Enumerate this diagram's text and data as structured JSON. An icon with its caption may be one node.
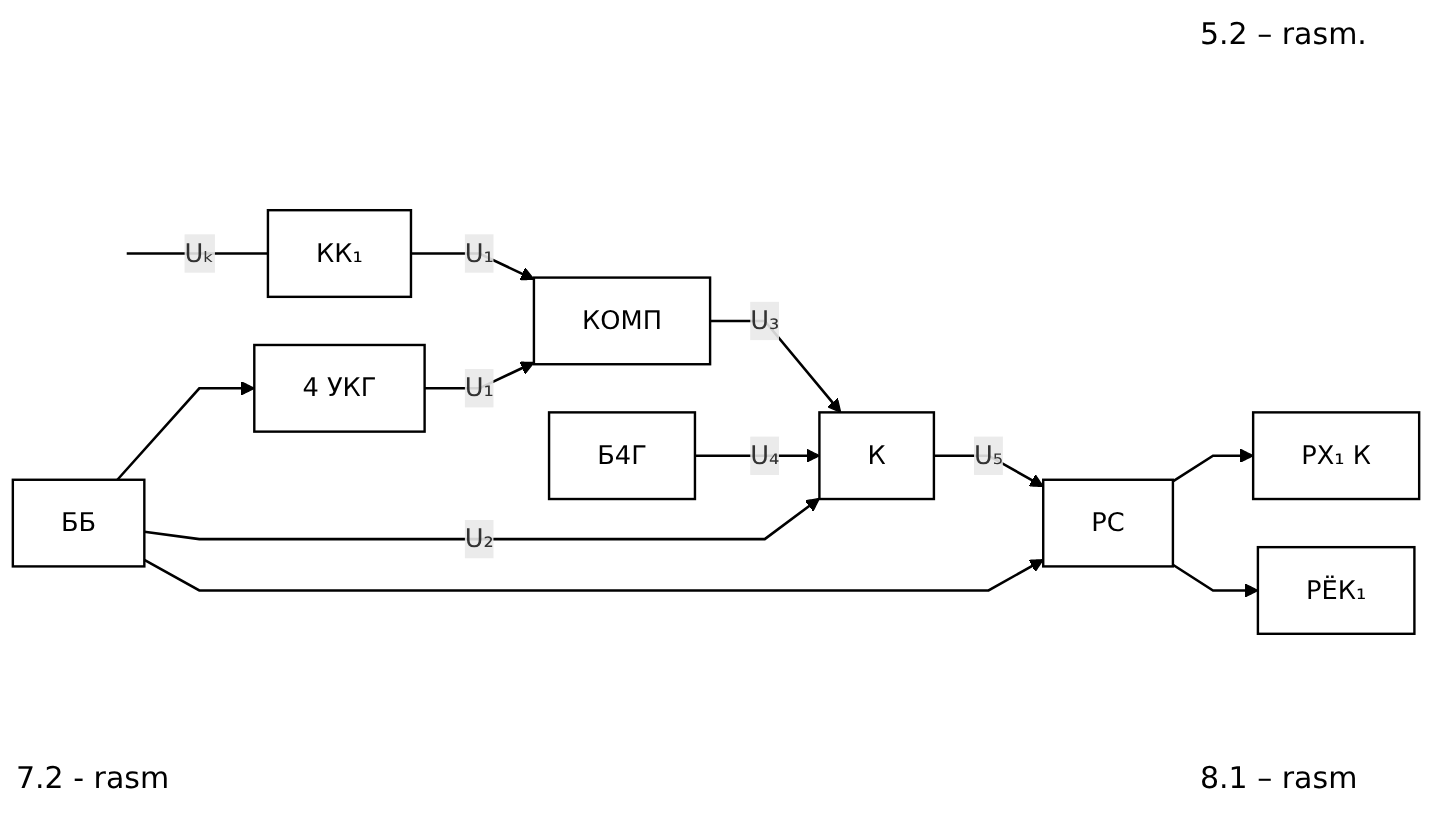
{
  "diagram": {
    "nodes": [
      {
        "text": [
          "КК₁"
        ]
      },
      {
        "text": [
          "КОМП"
        ]
      },
      {
        "text": [
          "4 УКГ"
        ]
      },
      {
        "text": [
          "Б4Г"
        ]
      },
      {
        "text": [
          "К"
        ]
      },
      {
        "text": [
          "ББ"
        ]
      },
      {
        "text": [
          "РХ₁ К"
        ]
      },
      {
        "text": [
          "РС"
        ]
      },
      {
        "text": [
          "РЁК₁"
        ]
      }
    ],
    "edges": [
      {
        "from": null,
        "to": 0,
        "arrow": "none",
        "label": "Uₖ"
      },
      {
        "from": 0,
        "to": 1,
        "arrow": "to",
        "label": "U₁"
      },
      {
        "from": 2,
        "to": 1,
        "arrow": "to",
        "label": "U₁"
      },
      {
        "from": 1,
        "to": 4,
        "arrow": "to",
        "label": "U₃"
      },
      {
        "from": 3,
        "to": 4,
        "arrow": "to",
        "label": "U₄"
      },
      {
        "from": 5,
        "to": 4,
        "arrow": "to",
        "label": "U₂"
      },
      {
        "from": 5,
        "to": 2,
        "arrow": "to"
      },
      {
        "from": 4,
        "to": 7,
        "arrow": "to",
        "label": "U₅"
      },
      {
        "from": 5,
        "to": 7,
        "arrow": "to"
      },
      {
        "from": 7,
        "to": 6,
        "arrow": "to"
      },
      {
        "from": 7,
        "to": 8,
        "arrow": "to"
      }
    ],
    "labels": [
      "5.2 – rasm.",
      "7.2 - rasm",
      "8.1 – rasm"
    ]
  }
}
